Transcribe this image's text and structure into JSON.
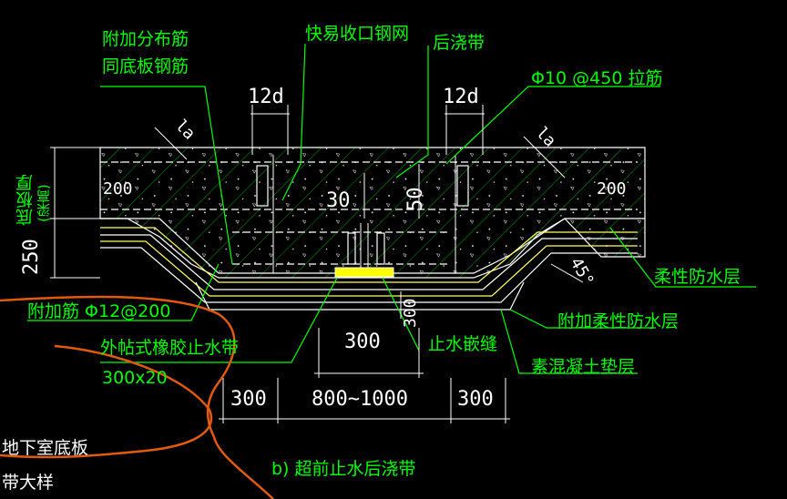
{
  "colors": {
    "background": "#000000",
    "leader": "#00ff00",
    "dimension": "#ffffff",
    "concrete": "#ffffff",
    "rebar": "#ffff00",
    "waterproof": "#ffff66",
    "markup": "#e05a10",
    "hatch": "#00ff00"
  },
  "labels": {
    "add_dist": "附加分布筋",
    "same_as_slab": "同底板钢筋",
    "quick_mesh": "快易收口钢网",
    "post_pour": "后浇带",
    "tie_bar": "Φ10 @450  拉筋",
    "flexible_wp": "柔性防水层",
    "add_flexible_wp": "附加柔性防水层",
    "bedding": "素混凝土垫层",
    "stop_slot": "止水嵌缝",
    "rubber_band": "外帖式橡胶止水带",
    "rubber_size": "300x20",
    "add_bar": "附加筋  Φ12@200",
    "slab_thick": "底板厚",
    "beam_height": "(梁高)",
    "caption": "b) 超前止水后浇带",
    "note_line1": "地下室底板",
    "note_line2": "带大样"
  },
  "dimensions": {
    "lap_left": "12d",
    "lap_right": "12d",
    "la_left": "la",
    "la_right": "la",
    "cover_left": "200",
    "cover_right": "200",
    "d30": "30",
    "d50": "50",
    "depth": "250",
    "joint_300": "300",
    "v300": "300",
    "bottom_left": "300",
    "bottom_mid": "800~1000",
    "bottom_right": "300",
    "angle": "45°"
  }
}
